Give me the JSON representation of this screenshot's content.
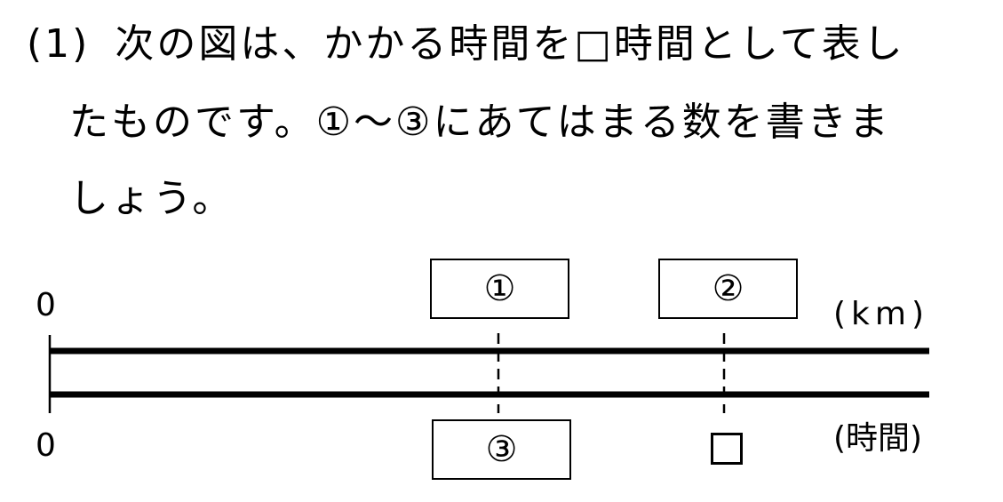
{
  "question": {
    "number": "(1)",
    "line1": "次の図は、かかる時間を□時間として表し",
    "line2": "たものです。①～③にあてはまる数を書きま",
    "line3": "しょう。"
  },
  "diagram": {
    "distance_axis": {
      "start_label": "0",
      "unit": "(km)"
    },
    "time_axis": {
      "start_label": "0",
      "unit": "(時間)"
    },
    "boxes": {
      "box1": "①",
      "box2": "②",
      "box3": "③"
    }
  },
  "colors": {
    "line": "#000000",
    "background": "#ffffff"
  }
}
